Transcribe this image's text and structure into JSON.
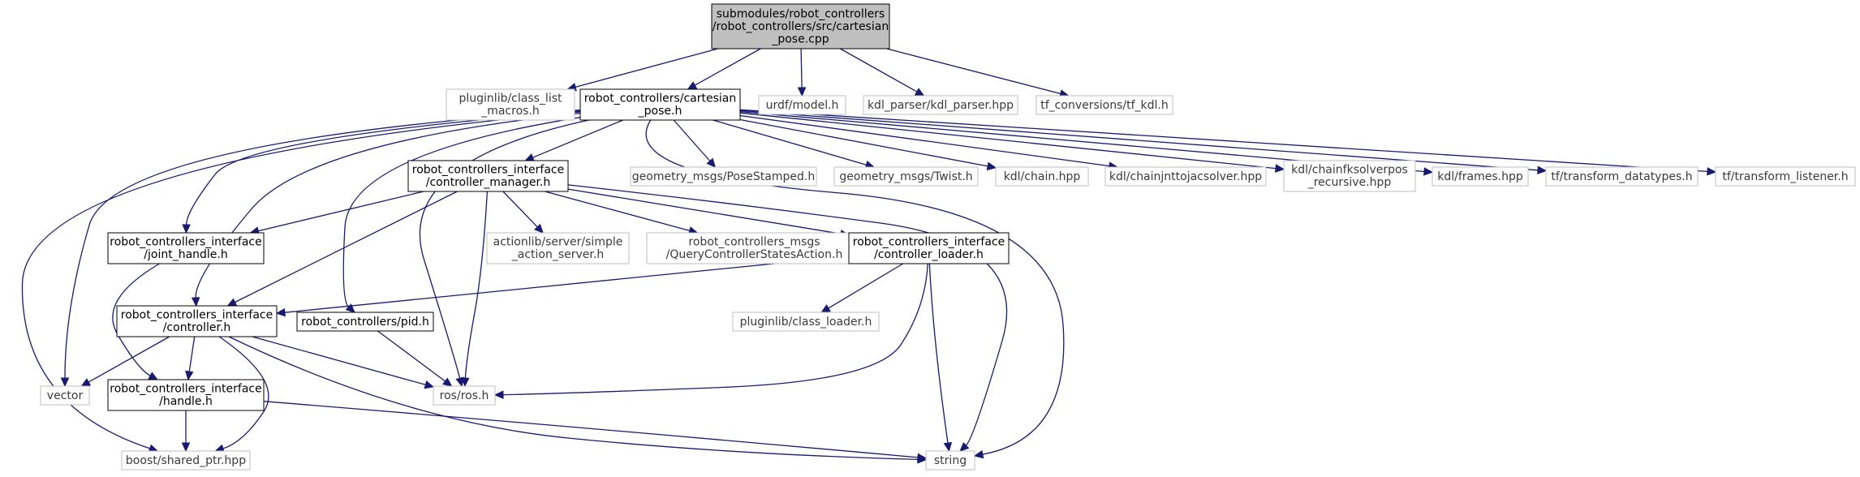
{
  "colors": {
    "edge": "#191970",
    "box_border_dark": "#000000",
    "box_border_light": "#bfbfbf",
    "root_fill": "#bfbfbf",
    "box_fill": "#ffffff"
  },
  "nodes": [
    {
      "id": "root",
      "lines": [
        "submodules/robot_controllers",
        "/robot_controllers/src/cartesian",
        "_pose.cpp"
      ],
      "style": "root"
    },
    {
      "id": "class_list_macros",
      "lines": [
        "pluginlib/class_list",
        "_macros.h"
      ],
      "style": "light"
    },
    {
      "id": "cartesian_pose_h",
      "lines": [
        "robot_controllers/cartesian",
        "_pose.h"
      ],
      "style": "dark"
    },
    {
      "id": "urdf_model",
      "lines": [
        "urdf/model.h"
      ],
      "style": "light"
    },
    {
      "id": "kdl_parser",
      "lines": [
        "kdl_parser/kdl_parser.hpp"
      ],
      "style": "light"
    },
    {
      "id": "tf_conversions",
      "lines": [
        "tf_conversions/tf_kdl.h"
      ],
      "style": "light"
    },
    {
      "id": "controller_manager",
      "lines": [
        "robot_controllers_interface",
        "/controller_manager.h"
      ],
      "style": "dark"
    },
    {
      "id": "pose_stamped",
      "lines": [
        "geometry_msgs/PoseStamped.h"
      ],
      "style": "light"
    },
    {
      "id": "twist",
      "lines": [
        "geometry_msgs/Twist.h"
      ],
      "style": "light"
    },
    {
      "id": "kdl_chain",
      "lines": [
        "kdl/chain.hpp"
      ],
      "style": "light"
    },
    {
      "id": "kdl_jacsolver",
      "lines": [
        "kdl/chainjnttojacsolver.hpp"
      ],
      "style": "light"
    },
    {
      "id": "kdl_fksolver",
      "lines": [
        "kdl/chainfksolverpos",
        "_recursive.hpp"
      ],
      "style": "light"
    },
    {
      "id": "kdl_frames",
      "lines": [
        "kdl/frames.hpp"
      ],
      "style": "light"
    },
    {
      "id": "tf_datatypes",
      "lines": [
        "tf/transform_datatypes.h"
      ],
      "style": "light"
    },
    {
      "id": "tf_listener",
      "lines": [
        "tf/transform_listener.h"
      ],
      "style": "light"
    },
    {
      "id": "joint_handle",
      "lines": [
        "robot_controllers_interface",
        "/joint_handle.h"
      ],
      "style": "dark"
    },
    {
      "id": "action_server",
      "lines": [
        "actionlib/server/simple",
        "_action_server.h"
      ],
      "style": "light"
    },
    {
      "id": "query_states",
      "lines": [
        "robot_controllers_msgs",
        "/QueryControllerStatesAction.h"
      ],
      "style": "light"
    },
    {
      "id": "controller_loader",
      "lines": [
        "robot_controllers_interface",
        "/controller_loader.h"
      ],
      "style": "dark"
    },
    {
      "id": "controller_h",
      "lines": [
        "robot_controllers_interface",
        "/controller.h"
      ],
      "style": "dark"
    },
    {
      "id": "pid",
      "lines": [
        "robot_controllers/pid.h"
      ],
      "style": "dark"
    },
    {
      "id": "class_loader",
      "lines": [
        "pluginlib/class_loader.h"
      ],
      "style": "light"
    },
    {
      "id": "vector",
      "lines": [
        "vector"
      ],
      "style": "light"
    },
    {
      "id": "handle_h",
      "lines": [
        "robot_controllers_interface",
        "/handle.h"
      ],
      "style": "dark"
    },
    {
      "id": "ros",
      "lines": [
        "ros/ros.h"
      ],
      "style": "light"
    },
    {
      "id": "shared_ptr",
      "lines": [
        "boost/shared_ptr.hpp"
      ],
      "style": "light"
    },
    {
      "id": "string",
      "lines": [
        "string"
      ],
      "style": "light"
    }
  ],
  "edges": [
    {
      "from": "root",
      "to": "class_list_macros"
    },
    {
      "from": "root",
      "to": "cartesian_pose_h"
    },
    {
      "from": "root",
      "to": "urdf_model"
    },
    {
      "from": "root",
      "to": "kdl_parser"
    },
    {
      "from": "root",
      "to": "tf_conversions"
    },
    {
      "from": "cartesian_pose_h",
      "to": "controller_manager"
    },
    {
      "from": "cartesian_pose_h",
      "to": "pose_stamped"
    },
    {
      "from": "cartesian_pose_h",
      "to": "twist"
    },
    {
      "from": "cartesian_pose_h",
      "to": "kdl_chain"
    },
    {
      "from": "cartesian_pose_h",
      "to": "kdl_jacsolver"
    },
    {
      "from": "cartesian_pose_h",
      "to": "kdl_fksolver"
    },
    {
      "from": "cartesian_pose_h",
      "to": "kdl_frames"
    },
    {
      "from": "cartesian_pose_h",
      "to": "tf_datatypes"
    },
    {
      "from": "cartesian_pose_h",
      "to": "tf_listener"
    },
    {
      "from": "cartesian_pose_h",
      "to": "joint_handle"
    },
    {
      "from": "cartesian_pose_h",
      "to": "controller_h"
    },
    {
      "from": "cartesian_pose_h",
      "to": "pid"
    },
    {
      "from": "cartesian_pose_h",
      "to": "ros"
    },
    {
      "from": "cartesian_pose_h",
      "to": "vector"
    },
    {
      "from": "cartesian_pose_h",
      "to": "shared_ptr"
    },
    {
      "from": "cartesian_pose_h",
      "to": "string"
    },
    {
      "from": "controller_manager",
      "to": "joint_handle"
    },
    {
      "from": "controller_manager",
      "to": "action_server"
    },
    {
      "from": "controller_manager",
      "to": "query_states"
    },
    {
      "from": "controller_manager",
      "to": "controller_loader"
    },
    {
      "from": "controller_manager",
      "to": "controller_h"
    },
    {
      "from": "controller_manager",
      "to": "ros"
    },
    {
      "from": "controller_manager",
      "to": "string"
    },
    {
      "from": "joint_handle",
      "to": "handle_h"
    },
    {
      "from": "controller_loader",
      "to": "controller_h"
    },
    {
      "from": "controller_loader",
      "to": "class_loader"
    },
    {
      "from": "controller_loader",
      "to": "ros"
    },
    {
      "from": "controller_loader",
      "to": "string"
    },
    {
      "from": "controller_h",
      "to": "vector"
    },
    {
      "from": "controller_h",
      "to": "handle_h"
    },
    {
      "from": "controller_h",
      "to": "ros"
    },
    {
      "from": "controller_h",
      "to": "shared_ptr"
    },
    {
      "from": "controller_h",
      "to": "string"
    },
    {
      "from": "pid",
      "to": "ros"
    },
    {
      "from": "handle_h",
      "to": "shared_ptr"
    },
    {
      "from": "handle_h",
      "to": "string"
    }
  ]
}
